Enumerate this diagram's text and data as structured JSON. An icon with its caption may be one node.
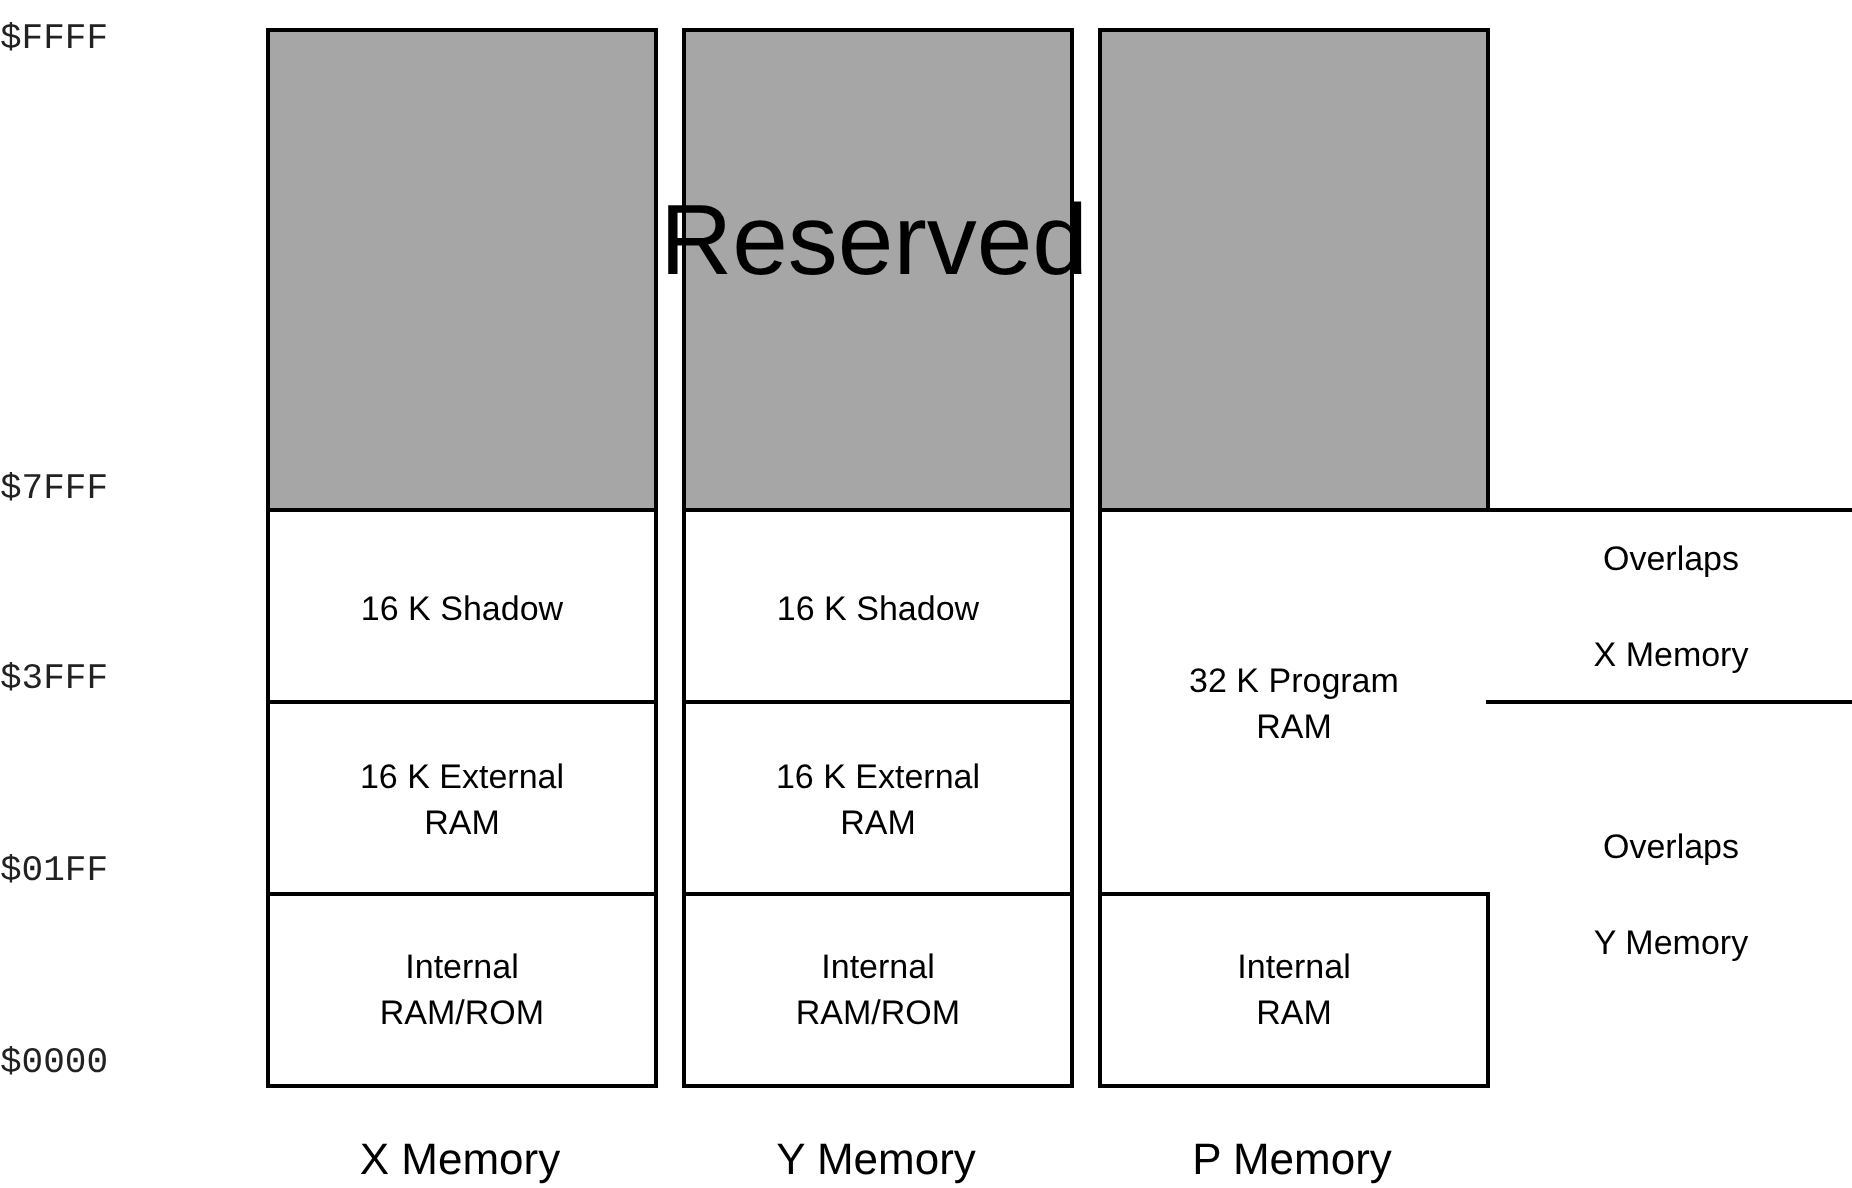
{
  "diagram": {
    "nodes": [
      {
        "text": [],
        "shape": "box"
      },
      {
        "text": [],
        "shape": "box"
      },
      {
        "text": [],
        "shape": "box"
      },
      {
        "text": [
          "16 K Shadow"
        ]
      },
      {
        "text": [
          "16 K Shadow"
        ]
      },
      {
        "text": [
          "32 K Program RAM"
        ]
      },
      {
        "text": [
          "Overlaps X Memory"
        ]
      },
      {
        "text": [
          "16 K External RAM"
        ]
      },
      {
        "text": [
          "16 K External RAM"
        ]
      },
      {
        "text": [
          "Overlaps Y Memory"
        ]
      },
      {
        "text": [
          "Internal RAM/ROM"
        ]
      },
      {
        "text": [
          "Internal RAM/ROM"
        ]
      },
      {
        "text": [
          "Internal RAM"
        ]
      }
    ],
    "labels": [
      "$FFFF",
      "Reserved",
      "$7FFF",
      "$3FFF",
      "$01FF",
      "$0000",
      "X Memory",
      "Y Memory",
      "P Memory"
    ]
  }
}
